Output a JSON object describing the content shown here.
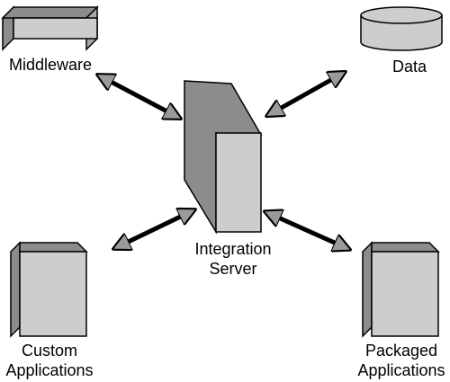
{
  "nodes": {
    "middleware": {
      "label": "Middleware"
    },
    "data": {
      "label": "Data"
    },
    "integration_server": {
      "line1": "Integration",
      "line2": "Server"
    },
    "custom_applications": {
      "line1": "Custom",
      "line2": "Applications"
    },
    "packaged_applications": {
      "line1": "Packaged",
      "line2": "Applications"
    }
  },
  "edges": [
    {
      "from": "integration_server",
      "to": "middleware",
      "arrows": "both"
    },
    {
      "from": "integration_server",
      "to": "data",
      "arrows": "both"
    },
    {
      "from": "integration_server",
      "to": "custom_applications",
      "arrows": "both"
    },
    {
      "from": "integration_server",
      "to": "packaged_applications",
      "arrows": "both"
    }
  ],
  "colors": {
    "light_face": "#cdcdcd",
    "dark_face": "#8c8c8c",
    "medium_face": "#a8a8a8",
    "outline": "#000000",
    "arrow_shaft": "#000000",
    "arrow_head": "#9a9a9a"
  }
}
